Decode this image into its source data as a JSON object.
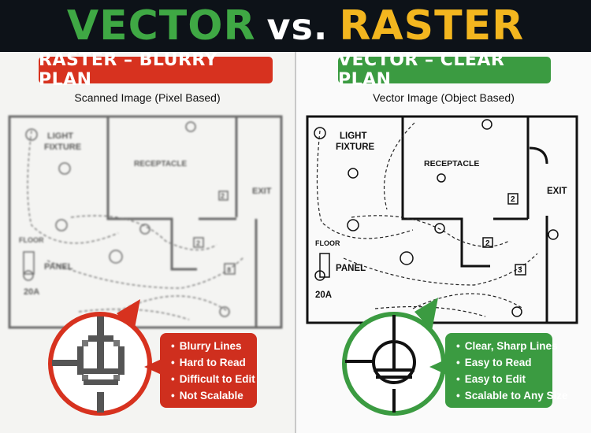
{
  "header": {
    "word_vector": "VECTOR",
    "word_vs": "vs.",
    "word_raster": "RASTER"
  },
  "left": {
    "badge": "RASTER – BLURRY PLAN",
    "subtitle": "Scanned Image (Pixel Based)",
    "features": [
      "Blurry Lines",
      "Hard to Read",
      "Difficult to Edit",
      "Not Scalable"
    ],
    "plan_labels": {
      "light_fixture_1": "LIGHT",
      "light_fixture_2": "FIXTURE",
      "receptacle": "RECEPTACLE",
      "exit": "EXIT",
      "floor": "FLOOR",
      "panel": "PANEL",
      "amps": "20A",
      "circuit_2a": "2",
      "circuit_2b": "2",
      "circuit_3": "3"
    }
  },
  "right": {
    "badge": "VECTOR – CLEAR PLAN",
    "subtitle": "Vector Image (Object Based)",
    "features": [
      "Clear, Sharp Lines",
      "Easy to Read",
      "Easy to Edit",
      "Scalable to Any Size"
    ],
    "plan_labels": {
      "light_fixture_1": "LIGHT",
      "light_fixture_2": "FIXTURE",
      "receptacle": "RECEPTACLE",
      "exit": "EXIT",
      "floor": "FLOOR",
      "panel": "PANEL",
      "amps": "20A",
      "circuit_2a": "2",
      "circuit_2b": "2",
      "circuit_3": "3"
    }
  },
  "colors": {
    "green": "#3fa844",
    "yellow": "#f3b61f",
    "red": "#d7321f",
    "dark": "#0d1218"
  }
}
